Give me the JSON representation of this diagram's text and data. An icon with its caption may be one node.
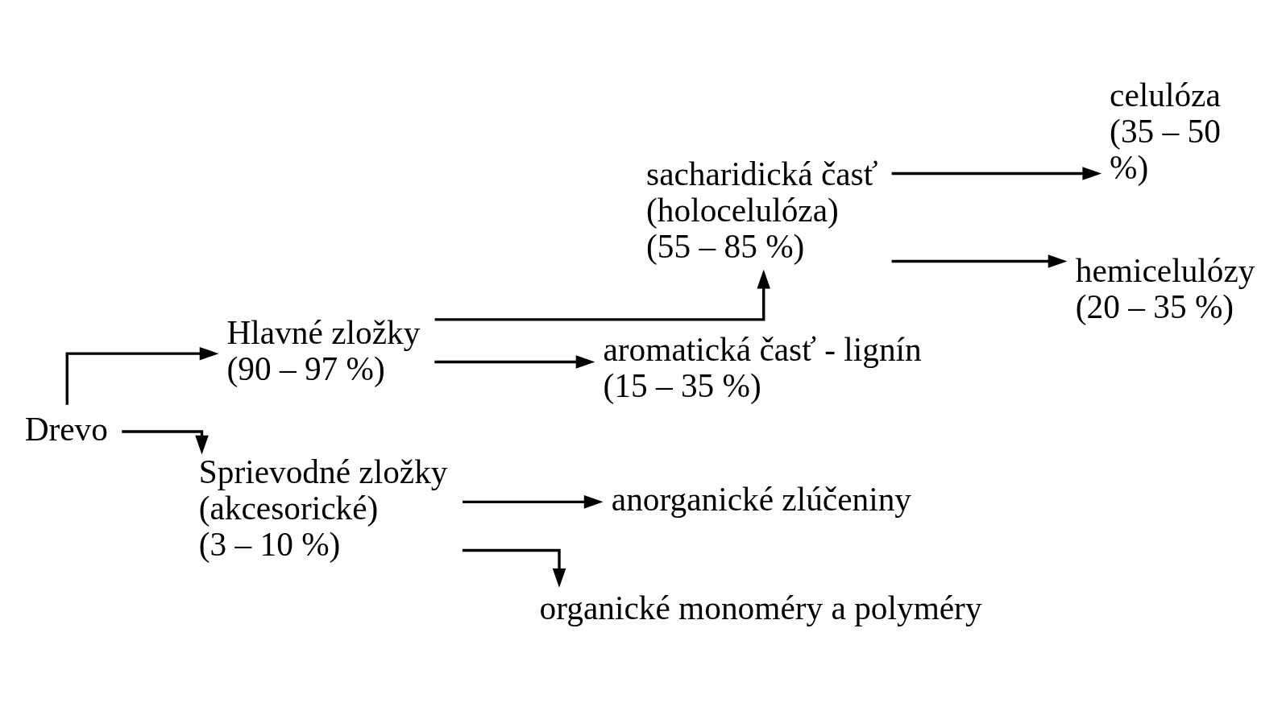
{
  "diagram": {
    "nodes": [
      {
        "text": [
          "Drevo"
        ]
      },
      {
        "text": [
          "Hlavné zložky (90 – 97 %)"
        ]
      },
      {
        "text": [
          "Sprievodné zložky (akcesorické) (3 – 10 %)"
        ]
      },
      {
        "text": [
          "sacharidická časť (holocelulóza) (55 – 85 %)"
        ]
      },
      {
        "text": [
          "aromatická časť - lignín (15 – 35 %)"
        ]
      },
      {
        "text": [
          "celulóza (35 – 50 %)"
        ]
      },
      {
        "text": [
          "hemicelulózy (20 – 35 %)"
        ]
      },
      {
        "text": [
          "anorganické zlúčeniny"
        ]
      },
      {
        "text": [
          "organické monoméry a polyméry"
        ]
      }
    ],
    "edges": [
      {
        "from": 0,
        "to": 1,
        "arrow": "to"
      },
      {
        "from": 0,
        "to": 2,
        "arrow": "to"
      },
      {
        "from": 1,
        "to": 3,
        "arrow": "to"
      },
      {
        "from": 1,
        "to": 4,
        "arrow": "to"
      },
      {
        "from": 3,
        "to": 5,
        "arrow": "to"
      },
      {
        "from": 3,
        "to": 6,
        "arrow": "to"
      },
      {
        "from": 2,
        "to": 7,
        "arrow": "to"
      },
      {
        "from": 2,
        "to": 8,
        "arrow": "to"
      }
    ]
  }
}
